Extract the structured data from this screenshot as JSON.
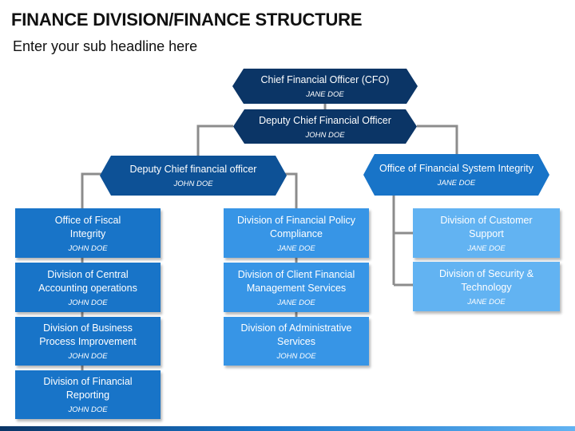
{
  "header": {
    "title": "FINANCE DIVISION/FINANCE STRUCTURE",
    "subtitle": "Enter your sub headline here"
  },
  "org": {
    "cfo": {
      "title": "Chief Financial Officer (CFO)",
      "person": "JANE DOE"
    },
    "deputy_cfo": {
      "title": "Deputy Chief Financial Officer",
      "person": "JOHN DOE"
    },
    "deputy_left": {
      "title": "Deputy Chief financial officer",
      "person": "JOHN DOE"
    },
    "system_integrity": {
      "title": "Office of Financial System Integrity",
      "person": "JANE DOE"
    },
    "column1": [
      {
        "title": "Office of Fiscal Integrity",
        "person": "JOHN DOE"
      },
      {
        "title": "Division of Central Accounting operations",
        "person": "JOHN DOE"
      },
      {
        "title": "Division of Business Process Improvement",
        "person": "JOHN DOE"
      },
      {
        "title": "Division of Financial Reporting",
        "person": "JOHN DOE"
      }
    ],
    "column2": [
      {
        "title": "Division of Financial Policy Compliance",
        "person": "JANE DOE"
      },
      {
        "title": "Division of Client Financial Management Services",
        "person": "JANE DOE"
      },
      {
        "title": "Division of Administrative Services",
        "person": "JOHN DOE"
      }
    ],
    "column3": [
      {
        "title": "Division of Customer Support",
        "person": "JANE DOE"
      },
      {
        "title": "Division of Security & Technology",
        "person": "JANE DOE"
      }
    ]
  },
  "colors": {
    "navy": "#0b3566",
    "dark_blue": "#0d5196",
    "blue": "#1874c8",
    "sky_blue": "#3795e6",
    "pale_blue": "#62b3f2",
    "connector": "#8c8c8c"
  }
}
